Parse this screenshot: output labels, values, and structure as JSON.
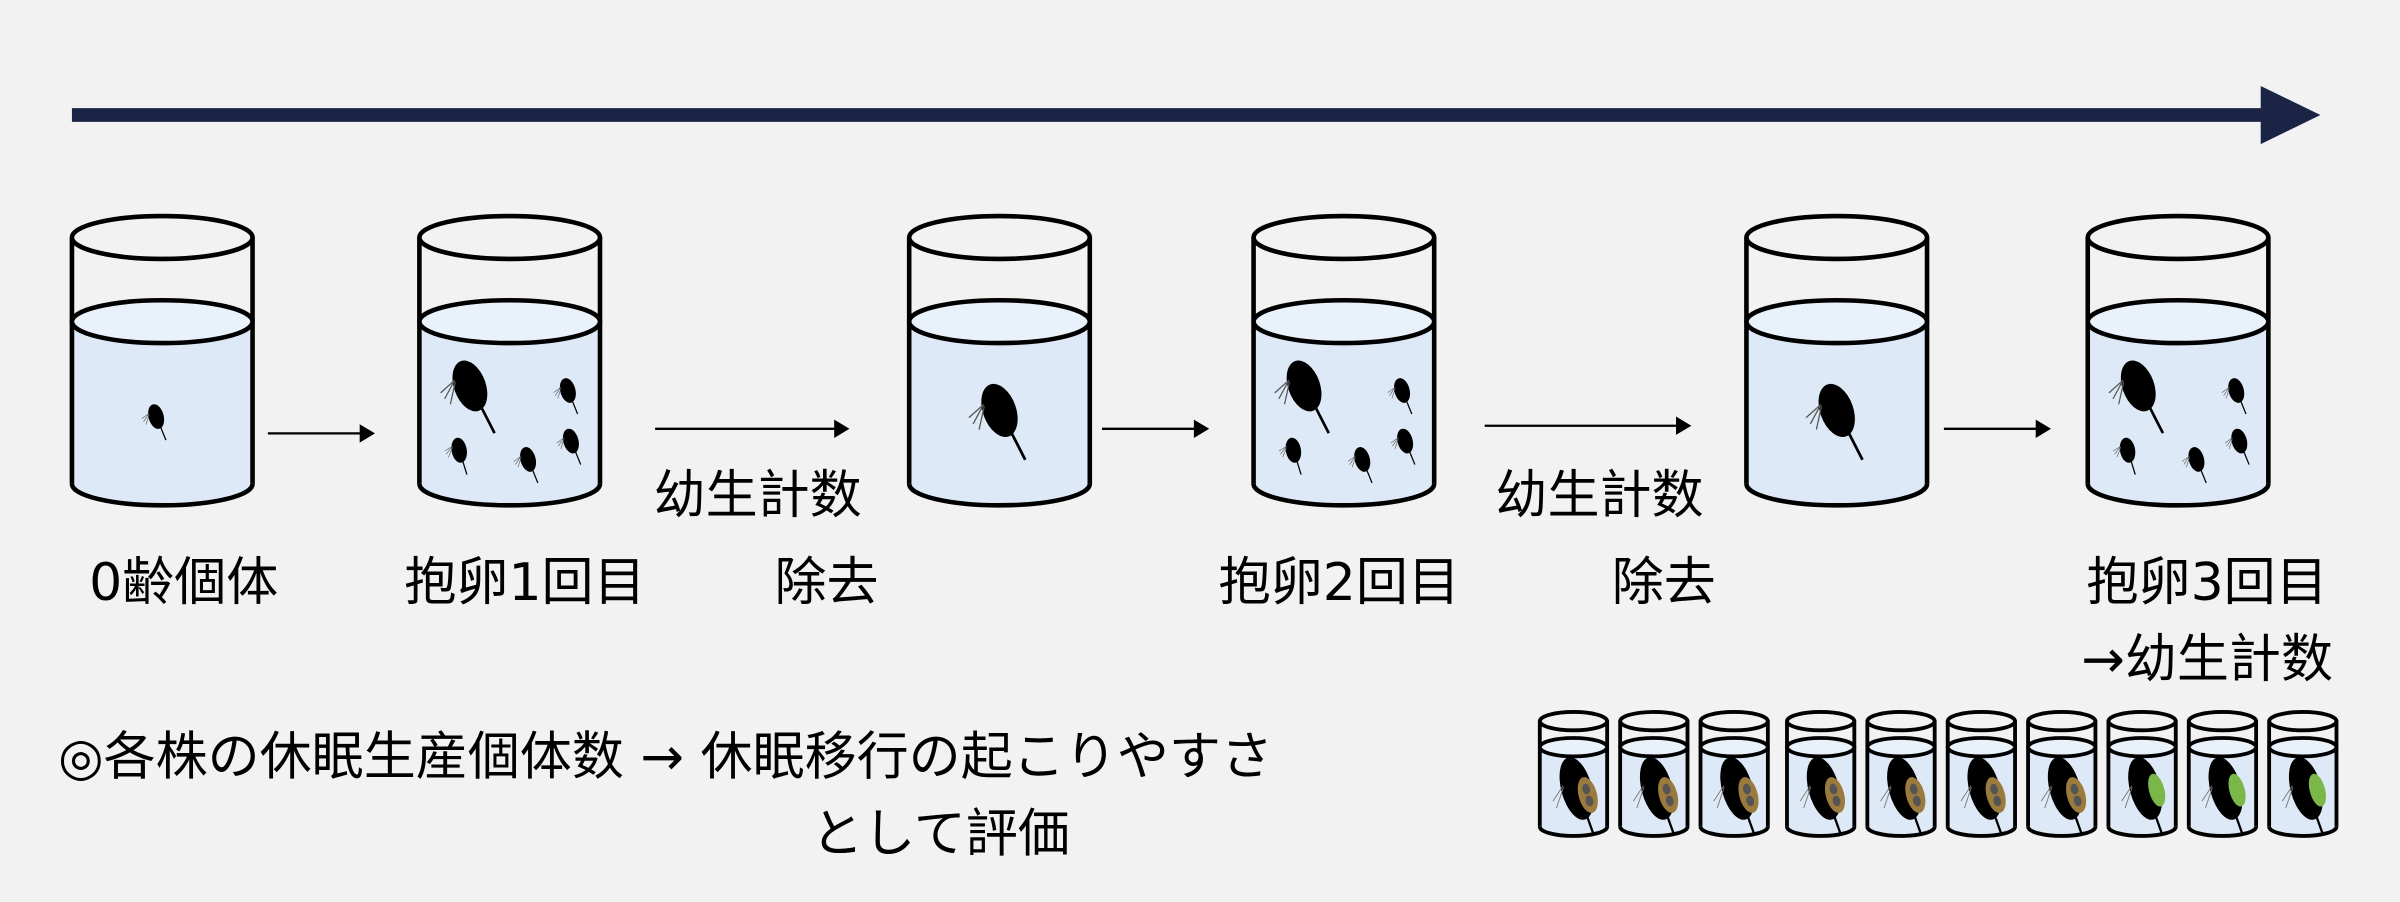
{
  "timeline": {
    "color": "#1b2445"
  },
  "stages": [
    {
      "label": "0齢個体"
    },
    {
      "label": "抱卵1回目"
    },
    {
      "label": "抱卵2回目"
    },
    {
      "label": "抱卵3回目",
      "sublabel": "→幼生計数"
    }
  ],
  "steps": [
    {
      "line1": "幼生計数",
      "line2": "除去"
    },
    {
      "line1": "幼生計数",
      "line2": "除去"
    }
  ],
  "summary": {
    "line1": "◎各株の休眠生産個体数 → 休眠移行の起こりやすさ",
    "line2": "として評価"
  },
  "tubes": {
    "count": 10,
    "ephippium_count": 7,
    "egg_count": 3
  },
  "colors": {
    "water": "#dde9f6",
    "ephippium": "#9b7a3e",
    "eggs": "#7ab648"
  }
}
